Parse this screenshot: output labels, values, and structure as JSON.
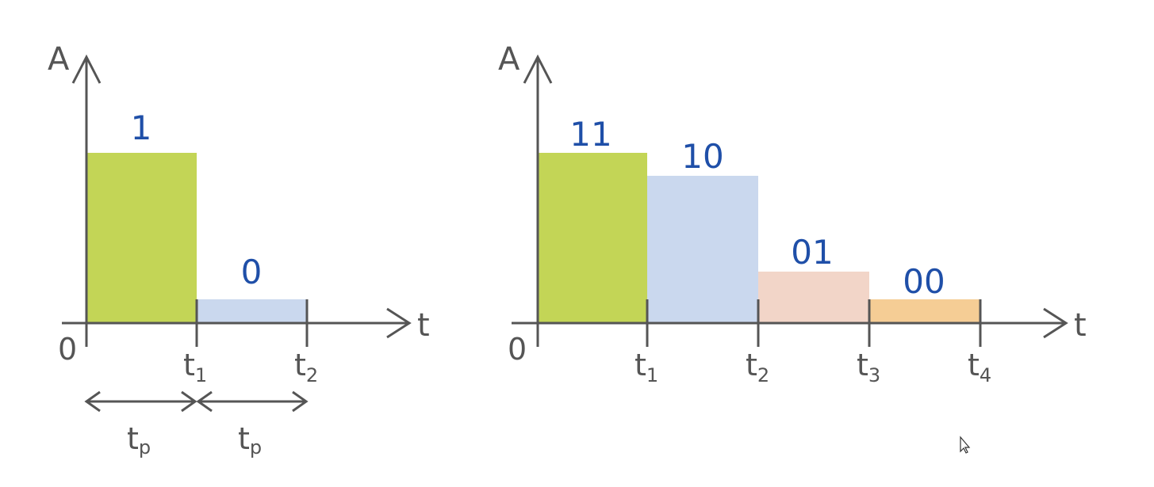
{
  "colors": {
    "axis": "#555555",
    "label_text": "#1f4fa8",
    "green": "#c3d556",
    "blue": "#cad8ee",
    "pink": "#f2d5c8",
    "orange": "#f5cd95"
  },
  "left_diagram": {
    "y_axis_label": "A",
    "x_axis_label": "t",
    "origin_label": "0",
    "bars": [
      {
        "code": "1",
        "level": 1.0,
        "color": "#c3d556"
      },
      {
        "code": "0",
        "level": 0.14,
        "color": "#cad8ee"
      }
    ],
    "ticks": [
      {
        "main": "t",
        "sub": "1"
      },
      {
        "main": "t",
        "sub": "2"
      }
    ],
    "durations": [
      {
        "main": "t",
        "sub": "p"
      },
      {
        "main": "t",
        "sub": "p"
      }
    ]
  },
  "right_diagram": {
    "y_axis_label": "A",
    "x_axis_label": "t",
    "origin_label": "0",
    "bars": [
      {
        "code": "11",
        "level": 1.0,
        "color": "#c3d556"
      },
      {
        "code": "10",
        "level": 0.87,
        "color": "#cad8ee"
      },
      {
        "code": "01",
        "level": 0.3,
        "color": "#f2d5c8"
      },
      {
        "code": "00",
        "level": 0.14,
        "color": "#f5cd95"
      }
    ],
    "ticks": [
      {
        "main": "t",
        "sub": "1"
      },
      {
        "main": "t",
        "sub": "2"
      },
      {
        "main": "t",
        "sub": "3"
      },
      {
        "main": "t",
        "sub": "4"
      }
    ]
  }
}
